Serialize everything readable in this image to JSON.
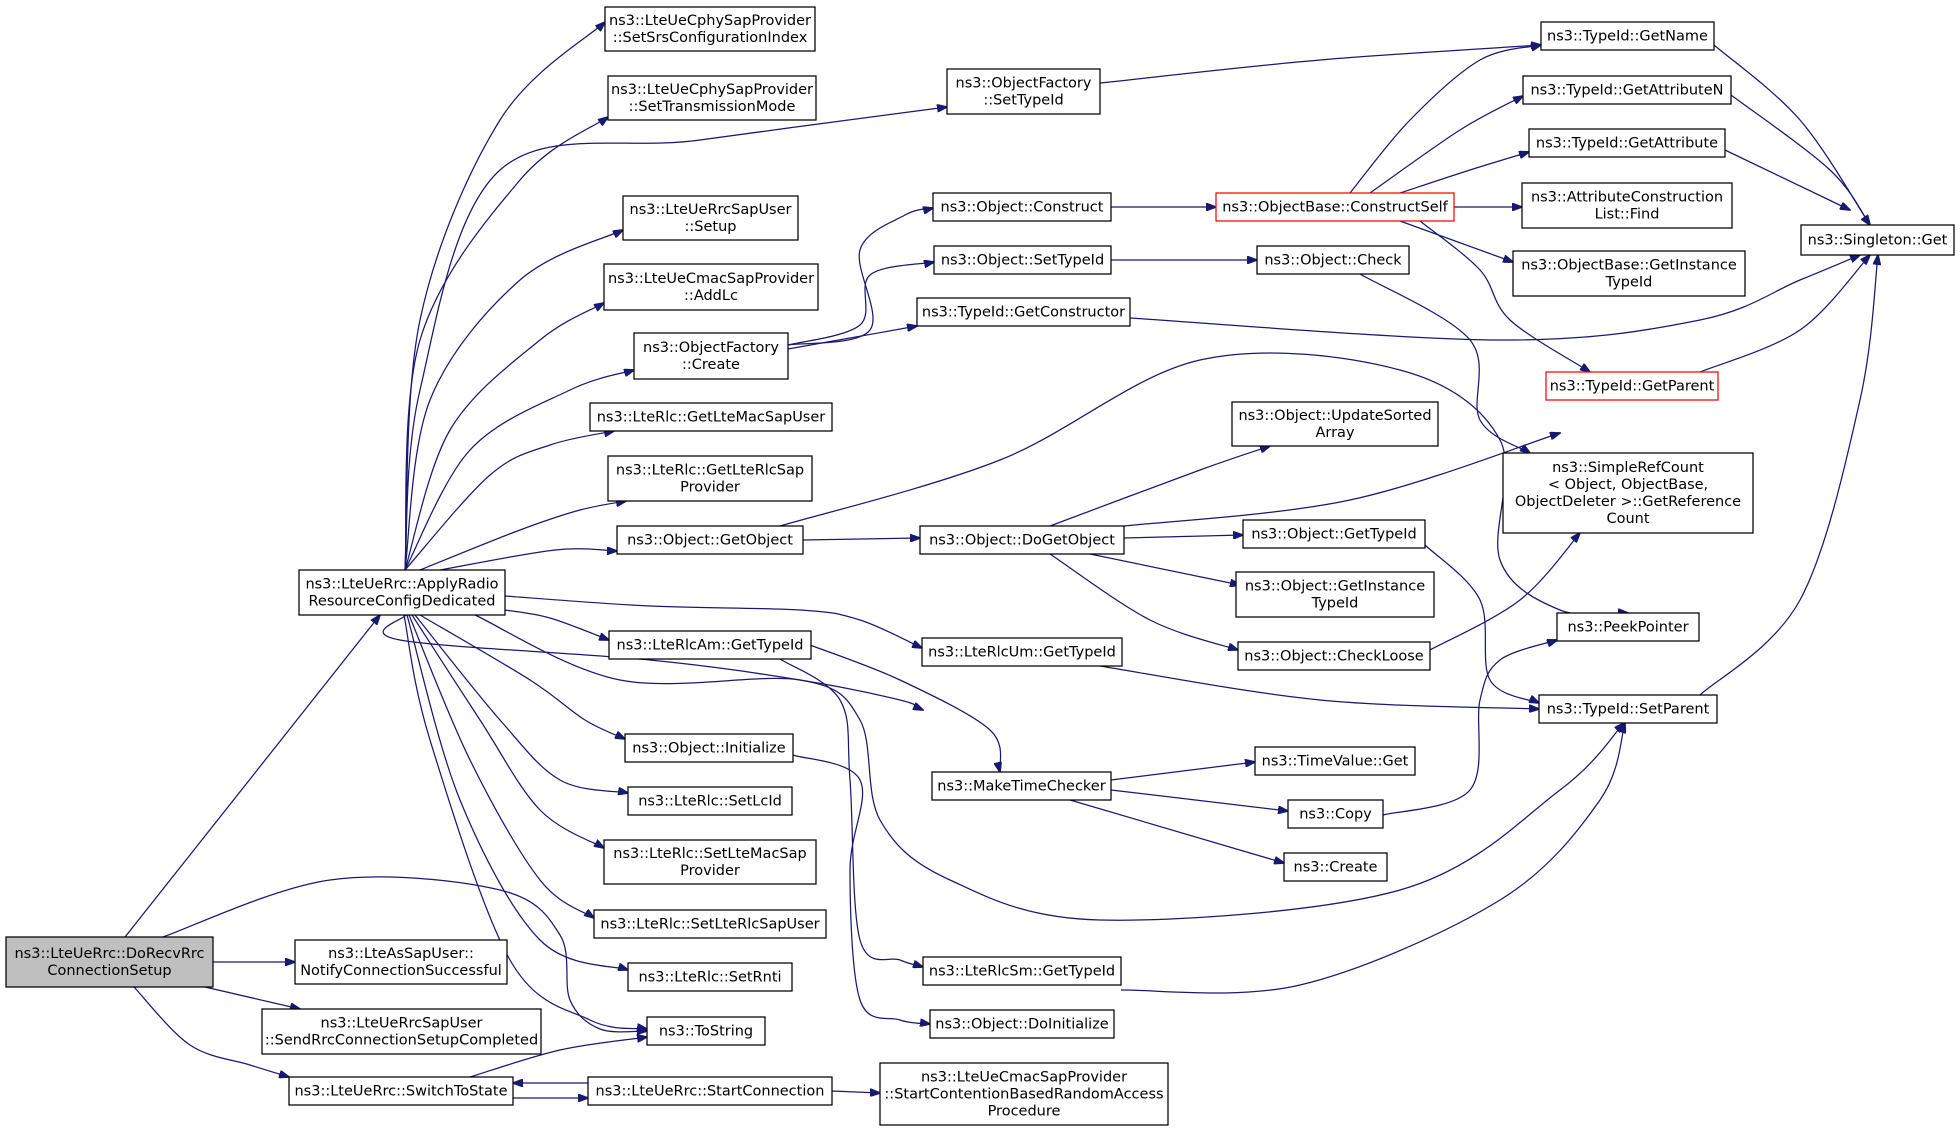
{
  "nodes": [
    {
      "id": "n_root",
      "lines": [
        "ns3::LteUeRrc::DoRecvRrc",
        "ConnectionSetup"
      ],
      "style": "root"
    },
    {
      "id": "n_apply",
      "lines": [
        "ns3::LteUeRrc::ApplyRadio",
        "ResourceConfigDedicated"
      ]
    },
    {
      "id": "n_notify",
      "lines": [
        "ns3::LteAsSapUser::",
        "NotifyConnectionSuccessful"
      ]
    },
    {
      "id": "n_sendrrc",
      "lines": [
        "ns3::LteUeRrcSapUser",
        "::SendRrcConnectionSetupCompleted"
      ]
    },
    {
      "id": "n_switch",
      "lines": [
        "ns3::LteUeRrc::SwitchToState"
      ]
    },
    {
      "id": "n_tostring",
      "lines": [
        "ns3::ToString"
      ]
    },
    {
      "id": "n_startconn",
      "lines": [
        "ns3::LteUeRrc::StartConnection"
      ]
    },
    {
      "id": "n_cmacstart",
      "lines": [
        "ns3::LteUeCmacSapProvider",
        "::StartContentionBasedRandomAccess",
        "Procedure"
      ]
    },
    {
      "id": "n_srs",
      "lines": [
        "ns3::LteUeCphySapProvider",
        "::SetSrsConfigurationIndex"
      ]
    },
    {
      "id": "n_txmode",
      "lines": [
        "ns3::LteUeCphySapProvider",
        "::SetTransmissionMode"
      ]
    },
    {
      "id": "n_rrcsetup",
      "lines": [
        "ns3::LteUeRrcSapUser",
        "::Setup"
      ]
    },
    {
      "id": "n_addlc",
      "lines": [
        "ns3::LteUeCmacSapProvider",
        "::AddLc"
      ]
    },
    {
      "id": "n_ofcreate",
      "lines": [
        "ns3::ObjectFactory",
        "::Create"
      ]
    },
    {
      "id": "n_getltemac",
      "lines": [
        "ns3::LteRlc::GetLteMacSapUser"
      ]
    },
    {
      "id": "n_getlterlc",
      "lines": [
        "ns3::LteRlc::GetLteRlcSap",
        "Provider"
      ]
    },
    {
      "id": "n_getobject",
      "lines": [
        "ns3::Object::GetObject"
      ]
    },
    {
      "id": "n_rlcam",
      "lines": [
        "ns3::LteRlcAm::GetTypeId"
      ]
    },
    {
      "id": "n_objinit",
      "lines": [
        "ns3::Object::Initialize"
      ]
    },
    {
      "id": "n_setlcid",
      "lines": [
        "ns3::LteRlc::SetLcId"
      ]
    },
    {
      "id": "n_setltemac",
      "lines": [
        "ns3::LteRlc::SetLteMacSap",
        "Provider"
      ]
    },
    {
      "id": "n_setlterlc",
      "lines": [
        "ns3::LteRlc::SetLteRlcSapUser"
      ]
    },
    {
      "id": "n_setrnti",
      "lines": [
        "ns3::LteRlc::SetRnti"
      ]
    },
    {
      "id": "n_ofsettypeid",
      "lines": [
        "ns3::ObjectFactory",
        "::SetTypeId"
      ]
    },
    {
      "id": "n_construct",
      "lines": [
        "ns3::Object::Construct"
      ]
    },
    {
      "id": "n_objsettypeid",
      "lines": [
        "ns3::Object::SetTypeId"
      ]
    },
    {
      "id": "n_getconstructor",
      "lines": [
        "ns3::TypeId::GetConstructor"
      ]
    },
    {
      "id": "n_dogetobject",
      "lines": [
        "ns3::Object::DoGetObject"
      ]
    },
    {
      "id": "n_rlcum",
      "lines": [
        "ns3::LteRlcUm::GetTypeId"
      ]
    },
    {
      "id": "n_maketime",
      "lines": [
        "ns3::MakeTimeChecker"
      ]
    },
    {
      "id": "n_rlcsm",
      "lines": [
        "ns3::LteRlcSm::GetTypeId"
      ]
    },
    {
      "id": "n_doinit",
      "lines": [
        "ns3::Object::DoInitialize"
      ]
    },
    {
      "id": "n_constructself",
      "lines": [
        "ns3::ObjectBase::ConstructSelf"
      ],
      "style": "trunc"
    },
    {
      "id": "n_check",
      "lines": [
        "ns3::Object::Check"
      ]
    },
    {
      "id": "n_updatesorted",
      "lines": [
        "ns3::Object::UpdateSorted",
        "Array"
      ]
    },
    {
      "id": "n_objgettypeid",
      "lines": [
        "ns3::Object::GetTypeId"
      ]
    },
    {
      "id": "n_getinsttypeid",
      "lines": [
        "ns3::Object::GetInstance",
        "TypeId"
      ]
    },
    {
      "id": "n_checkloose",
      "lines": [
        "ns3::Object::CheckLoose"
      ]
    },
    {
      "id": "n_timevalue",
      "lines": [
        "ns3::TimeValue::Get"
      ]
    },
    {
      "id": "n_copy",
      "lines": [
        "ns3::Copy"
      ]
    },
    {
      "id": "n_create",
      "lines": [
        "ns3::Create"
      ]
    },
    {
      "id": "n_getname",
      "lines": [
        "ns3::TypeId::GetName"
      ]
    },
    {
      "id": "n_getattrn",
      "lines": [
        "ns3::TypeId::GetAttributeN"
      ]
    },
    {
      "id": "n_getattr",
      "lines": [
        "ns3::TypeId::GetAttribute"
      ]
    },
    {
      "id": "n_attrfind",
      "lines": [
        "ns3::AttributeConstruction",
        "List::Find"
      ]
    },
    {
      "id": "n_obgetinst",
      "lines": [
        "ns3::ObjectBase::GetInstance",
        "TypeId"
      ]
    },
    {
      "id": "n_getparent",
      "lines": [
        "ns3::TypeId::GetParent"
      ],
      "style": "trunc"
    },
    {
      "id": "n_simpleref",
      "lines": [
        "ns3::SimpleRefCount",
        "< Object, ObjectBase,",
        "ObjectDeleter >::GetReference",
        "Count"
      ]
    },
    {
      "id": "n_peek",
      "lines": [
        "ns3::PeekPointer"
      ]
    },
    {
      "id": "n_setparent",
      "lines": [
        "ns3::TypeId::SetParent"
      ]
    },
    {
      "id": "n_singleton",
      "lines": [
        "ns3::Singleton::Get"
      ]
    }
  ],
  "edges": [
    [
      "n_root",
      "n_apply"
    ],
    [
      "n_root",
      "n_notify"
    ],
    [
      "n_root",
      "n_sendrrc"
    ],
    [
      "n_root",
      "n_switch"
    ],
    [
      "n_root",
      "n_tostring"
    ],
    [
      "n_apply",
      "n_srs"
    ],
    [
      "n_apply",
      "n_txmode"
    ],
    [
      "n_apply",
      "n_ofsettypeid"
    ],
    [
      "n_apply",
      "n_rrcsetup"
    ],
    [
      "n_apply",
      "n_addlc"
    ],
    [
      "n_apply",
      "n_ofcreate"
    ],
    [
      "n_apply",
      "n_getltemac"
    ],
    [
      "n_apply",
      "n_getlterlc"
    ],
    [
      "n_apply",
      "n_getobject"
    ],
    [
      "n_apply",
      "n_rlcam"
    ],
    [
      "n_apply",
      "n_rlcum"
    ],
    [
      "n_apply",
      "n_objinit"
    ],
    [
      "n_apply",
      "n_setlcid"
    ],
    [
      "n_apply",
      "n_setltemac"
    ],
    [
      "n_apply",
      "n_setlterlc"
    ],
    [
      "n_apply",
      "n_setrnti"
    ],
    [
      "n_apply",
      "n_tostring"
    ],
    [
      "n_apply",
      "n_setparent"
    ],
    [
      "n_apply",
      "n_rlcsm"
    ],
    [
      "n_switch",
      "n_tostring"
    ],
    [
      "n_switch",
      "n_startconn"
    ],
    [
      "n_startconn",
      "n_switch"
    ],
    [
      "n_startconn",
      "n_cmacstart"
    ],
    [
      "n_ofsettypeid",
      "n_getname"
    ],
    [
      "n_ofcreate",
      "n_construct"
    ],
    [
      "n_ofcreate",
      "n_objsettypeid"
    ],
    [
      "n_ofcreate",
      "n_getconstructor"
    ],
    [
      "n_construct",
      "n_constructself"
    ],
    [
      "n_objsettypeid",
      "n_check"
    ],
    [
      "n_getconstructor",
      "n_singleton"
    ],
    [
      "n_getobject",
      "n_dogetobject"
    ],
    [
      "n_getobject",
      "n_peek"
    ],
    [
      "n_dogetobject",
      "n_updatesorted"
    ],
    [
      "n_dogetobject",
      "n_objgettypeid"
    ],
    [
      "n_dogetobject",
      "n_getinsttypeid"
    ],
    [
      "n_dogetobject",
      "n_checkloose"
    ],
    [
      "n_dogetobject",
      "n_simpleref"
    ],
    [
      "n_rlcam",
      "n_maketime"
    ],
    [
      "n_rlcam",
      "n_rlcsm"
    ],
    [
      "n_rlcum",
      "n_setparent"
    ],
    [
      "n_objinit",
      "n_doinit"
    ],
    [
      "n_maketime",
      "n_timevalue"
    ],
    [
      "n_maketime",
      "n_copy"
    ],
    [
      "n_maketime",
      "n_create"
    ],
    [
      "n_copy",
      "n_peek"
    ],
    [
      "n_rlcsm",
      "n_setparent"
    ],
    [
      "n_constructself",
      "n_getname"
    ],
    [
      "n_constructself",
      "n_getattrn"
    ],
    [
      "n_constructself",
      "n_getattr"
    ],
    [
      "n_constructself",
      "n_attrfind"
    ],
    [
      "n_constructself",
      "n_obgetinst"
    ],
    [
      "n_constructself",
      "n_getparent"
    ],
    [
      "n_check",
      "n_simpleref"
    ],
    [
      "n_checkloose",
      "n_simpleref"
    ],
    [
      "n_objgettypeid",
      "n_setparent"
    ],
    [
      "n_getname",
      "n_singleton"
    ],
    [
      "n_getattrn",
      "n_singleton"
    ],
    [
      "n_getattr",
      "n_singleton"
    ],
    [
      "n_getparent",
      "n_singleton"
    ],
    [
      "n_setparent",
      "n_singleton"
    ]
  ],
  "colors": {
    "edge": "#191970",
    "root_fill": "#bfbfbf",
    "truncated_border": "#ff0000"
  }
}
